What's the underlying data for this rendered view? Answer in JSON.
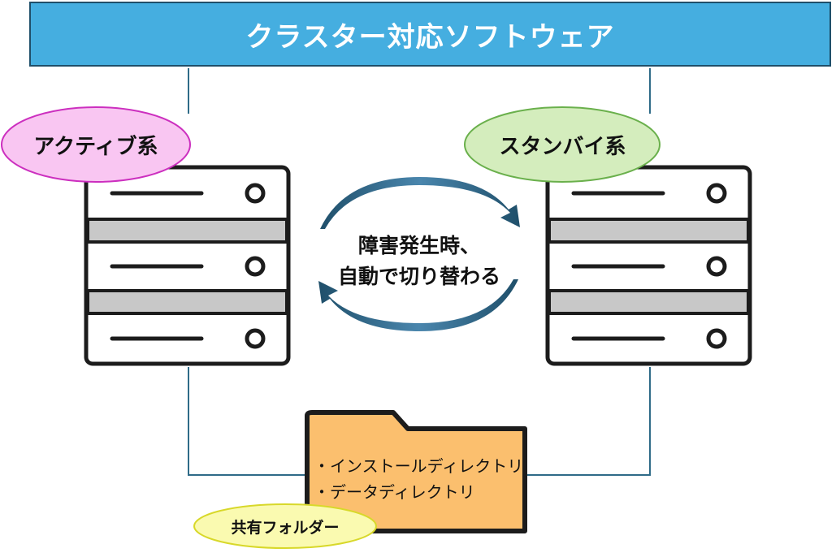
{
  "banner": {
    "title": "クラスター対応ソフトウェア",
    "color": "#45aee0"
  },
  "active": {
    "label": "アクティブ系",
    "bubble_color": "#f9c6f2"
  },
  "standby": {
    "label": "スタンバイ系",
    "bubble_color": "#d4edbd"
  },
  "failover": {
    "line1": "障害発生時、",
    "line2": "自動で切り替わる",
    "arrow_color": "#2d6b8c"
  },
  "shared_folder": {
    "label": "共有フォルダー",
    "bubble_color": "#fafab0",
    "folder_color": "#fbbf6e",
    "items": [
      "・インストールディレクトリ",
      "・データディレクトリ"
    ]
  }
}
